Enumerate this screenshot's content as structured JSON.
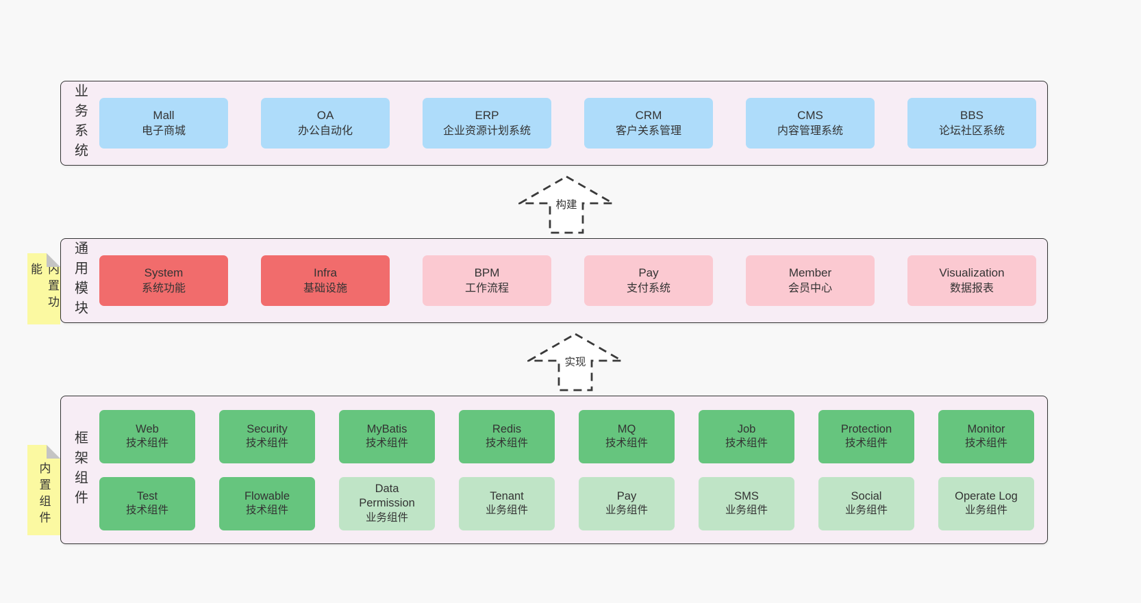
{
  "colors": {
    "page_bg": "#F8F8F8",
    "container_bg": "#F7EDF5",
    "container_border": "#333333",
    "text": "#333333",
    "blue": "#AEDCFA",
    "red": "#F16C6C",
    "pink": "#FBC9D1",
    "green": "#66C57E",
    "green_light": "#BFE4C6",
    "sticky_yellow": "#FBF9A1",
    "sticky_fold": "#C4C4C4",
    "arrow_fill": "#FFFFFF",
    "arrow_stroke": "#3A3A3A"
  },
  "layer_business": {
    "label": "业务系统",
    "boxes": [
      {
        "title": "Mall",
        "subtitle": "电子商城",
        "variant": "blue"
      },
      {
        "title": "OA",
        "subtitle": "办公自动化",
        "variant": "blue"
      },
      {
        "title": "ERP",
        "subtitle": "企业资源计划系统",
        "variant": "blue"
      },
      {
        "title": "CRM",
        "subtitle": "客户关系管理",
        "variant": "blue"
      },
      {
        "title": "CMS",
        "subtitle": "内容管理系统",
        "variant": "blue"
      },
      {
        "title": "BBS",
        "subtitle": "论坛社区系统",
        "variant": "blue"
      }
    ]
  },
  "arrow_build": {
    "label": "构建"
  },
  "layer_modules": {
    "label": "通用模块",
    "sticky": "内置功能",
    "boxes": [
      {
        "title": "System",
        "subtitle": "系统功能",
        "variant": "red"
      },
      {
        "title": "Infra",
        "subtitle": "基础设施",
        "variant": "red"
      },
      {
        "title": "BPM",
        "subtitle": "工作流程",
        "variant": "pink"
      },
      {
        "title": "Pay",
        "subtitle": "支付系统",
        "variant": "pink"
      },
      {
        "title": "Member",
        "subtitle": "会员中心",
        "variant": "pink"
      },
      {
        "title": "Visualization",
        "subtitle": "数据报表",
        "variant": "pink"
      }
    ]
  },
  "arrow_implement": {
    "label": "实现"
  },
  "layer_components": {
    "label": "框架组件",
    "sticky": "内置组件",
    "row1": [
      {
        "title": "Web",
        "subtitle": "技术组件",
        "variant": "green"
      },
      {
        "title": "Security",
        "subtitle": "技术组件",
        "variant": "green"
      },
      {
        "title": "MyBatis",
        "subtitle": "技术组件",
        "variant": "green"
      },
      {
        "title": "Redis",
        "subtitle": "技术组件",
        "variant": "green"
      },
      {
        "title": "MQ",
        "subtitle": "技术组件",
        "variant": "green"
      },
      {
        "title": "Job",
        "subtitle": "技术组件",
        "variant": "green"
      },
      {
        "title": "Protection",
        "subtitle": "技术组件",
        "variant": "green"
      },
      {
        "title": "Monitor",
        "subtitle": "技术组件",
        "variant": "green"
      }
    ],
    "row2": [
      {
        "title": "Test",
        "subtitle": "技术组件",
        "variant": "green"
      },
      {
        "title": "Flowable",
        "subtitle": "技术组件",
        "variant": "green"
      },
      {
        "title": "Data Permission",
        "subtitle": "业务组件",
        "variant": "lightgreen"
      },
      {
        "title": "Tenant",
        "subtitle": "业务组件",
        "variant": "lightgreen"
      },
      {
        "title": "Pay",
        "subtitle": "业务组件",
        "variant": "lightgreen"
      },
      {
        "title": "SMS",
        "subtitle": "业务组件",
        "variant": "lightgreen"
      },
      {
        "title": "Social",
        "subtitle": "业务组件",
        "variant": "lightgreen"
      },
      {
        "title": "Operate Log",
        "subtitle": "业务组件",
        "variant": "lightgreen"
      }
    ]
  }
}
